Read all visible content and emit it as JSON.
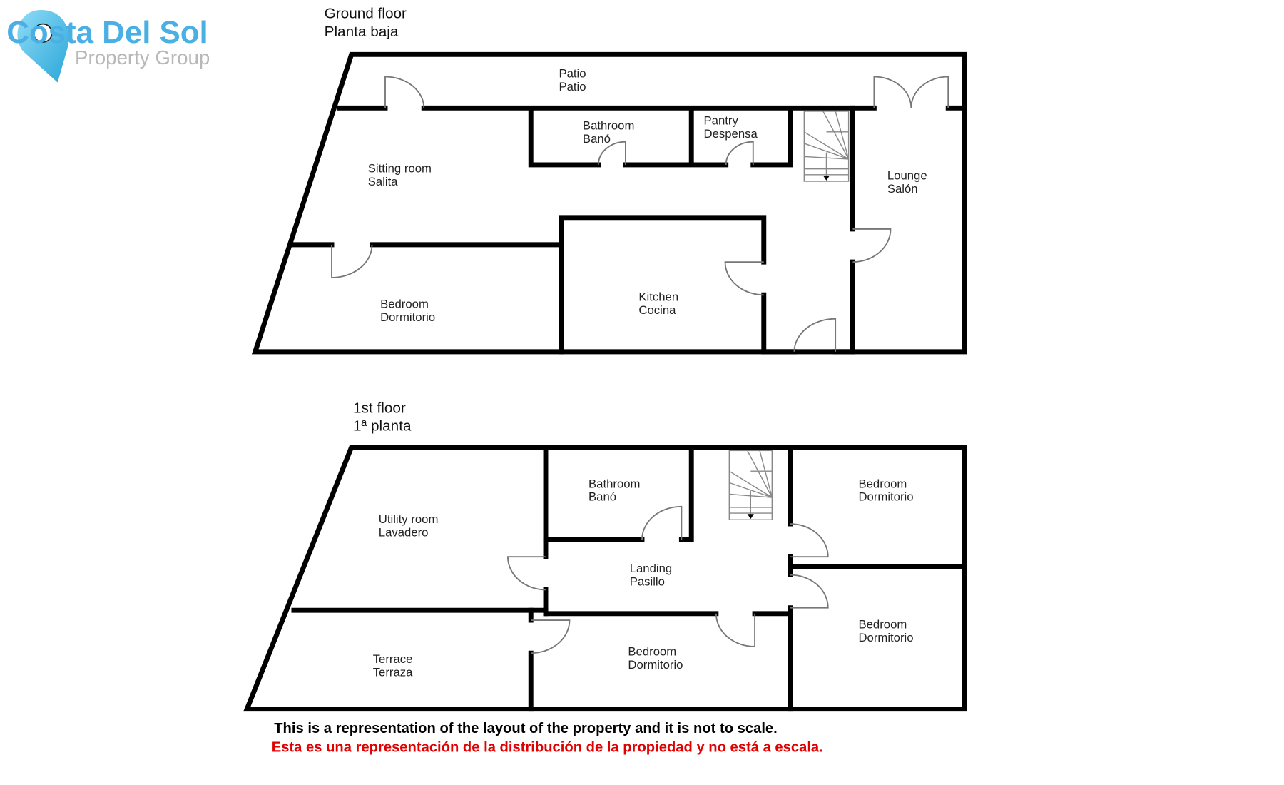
{
  "logo": {
    "brand": "Costa Del Sol",
    "subtitle": "Property Group",
    "brand_color": "#4ab0e4",
    "subtitle_color": "#b8b8b8"
  },
  "ground_floor": {
    "title_en": "Ground floor",
    "title_es": "Planta baja",
    "rooms": [
      {
        "en": "Patio",
        "es": "Patio"
      },
      {
        "en": "Bathroom",
        "es": "Banó"
      },
      {
        "en": "Pantry",
        "es": "Despensa"
      },
      {
        "en": "Sitting room",
        "es": "Salita"
      },
      {
        "en": "Lounge",
        "es": "Salón"
      },
      {
        "en": "Bedroom",
        "es": "Dormitorio"
      },
      {
        "en": "Kitchen",
        "es": "Cocina"
      }
    ]
  },
  "first_floor": {
    "title_en": "1st floor",
    "title_es": "1ª planta",
    "rooms": [
      {
        "en": "Utility room",
        "es": "Lavadero"
      },
      {
        "en": "Bathroom",
        "es": "Banó"
      },
      {
        "en": "Bedroom",
        "es": "Dormitorio"
      },
      {
        "en": "Landing",
        "es": "Pasillo"
      },
      {
        "en": "Bedroom",
        "es": "Dormitorio"
      },
      {
        "en": "Terrace",
        "es": "Terraza"
      },
      {
        "en": "Bedroom",
        "es": "Dormitorio"
      }
    ]
  },
  "disclaimer": {
    "en": "This is a representation of the layout of the property and it is not to scale.",
    "es": "Esta es una representación de la distribución de la propiedad y no está a escala.",
    "es_color": "#e00000"
  }
}
